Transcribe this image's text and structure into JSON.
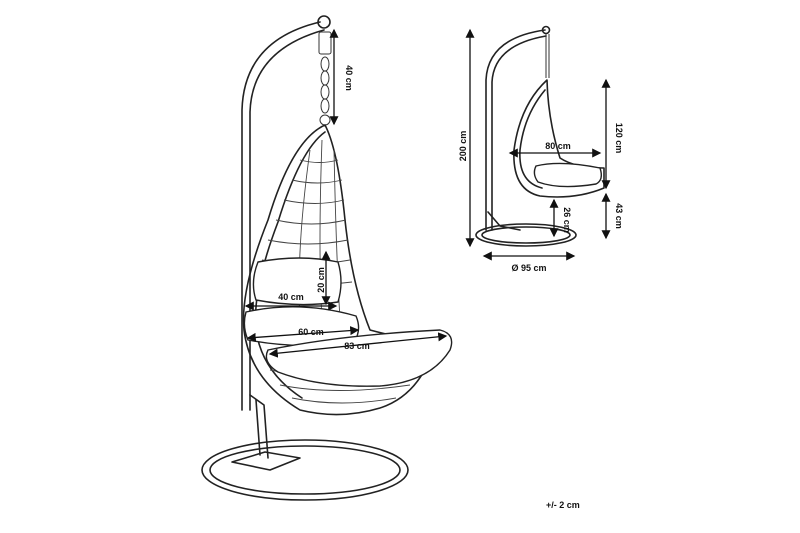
{
  "main_view": {
    "dim_chain": "40 cm",
    "dim_back_height": "20 cm",
    "dim_inner_width": "40 cm",
    "dim_seat_width": "60 cm",
    "dim_depth": "83 cm"
  },
  "side_view": {
    "dim_total_height": "200 cm",
    "dim_width": "80 cm",
    "dim_chair_height": "120 cm",
    "dim_seat_height": "43 cm",
    "dim_ground_clearance": "26 cm",
    "dim_base": "Ø 95 cm"
  },
  "tolerance": "+/- 2 cm"
}
